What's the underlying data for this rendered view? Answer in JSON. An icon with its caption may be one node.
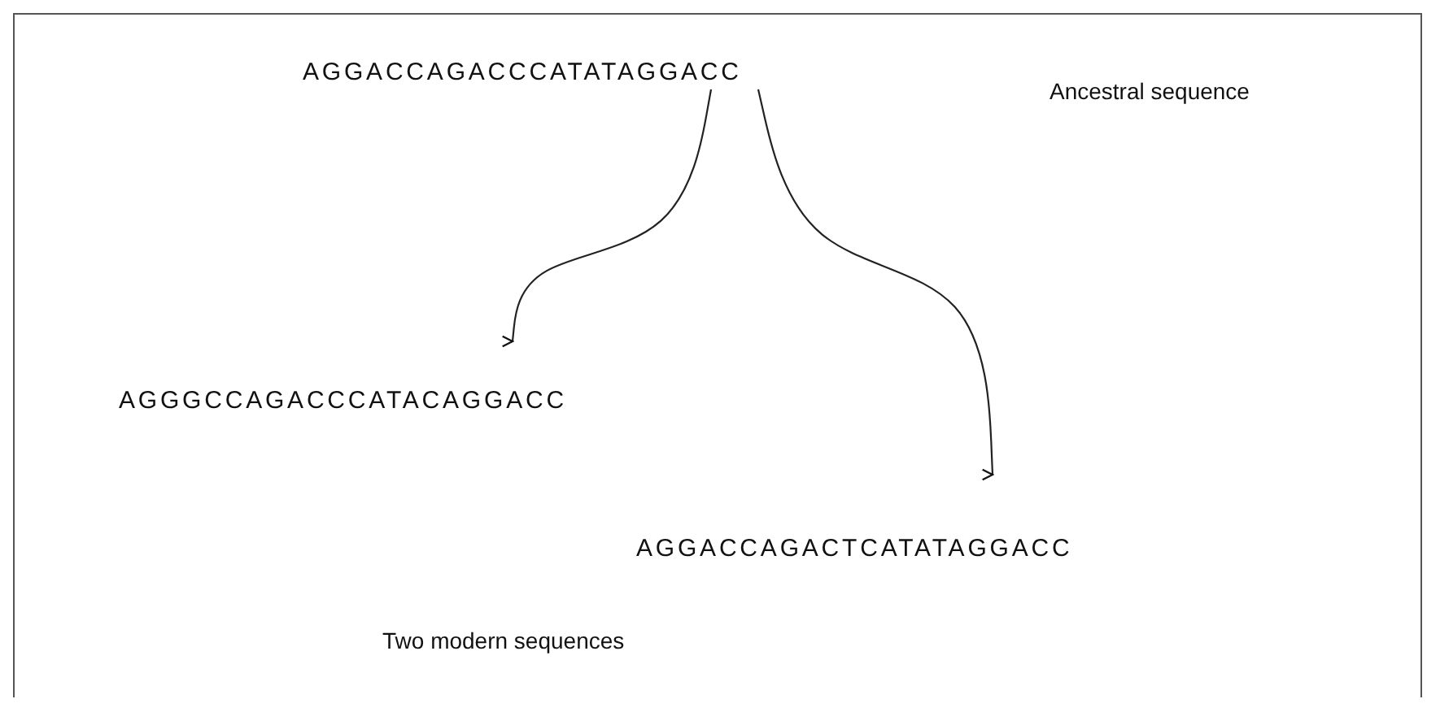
{
  "diagram": {
    "nodes": [
      {
        "text": [
          "AGGACCAGACCCATATAGGACC"
        ]
      },
      {
        "text": [
          "AGGGCCAGACCCATACAGGACC"
        ]
      },
      {
        "text": [
          "AGGACCAGACTCATATAGGACC"
        ]
      }
    ],
    "edges": [
      {
        "from": 0,
        "to": 1,
        "arrow": "to"
      },
      {
        "from": 0,
        "to": 2,
        "arrow": "to"
      }
    ],
    "labels": [
      "Ancestral sequence",
      "Two modern sequences"
    ]
  }
}
